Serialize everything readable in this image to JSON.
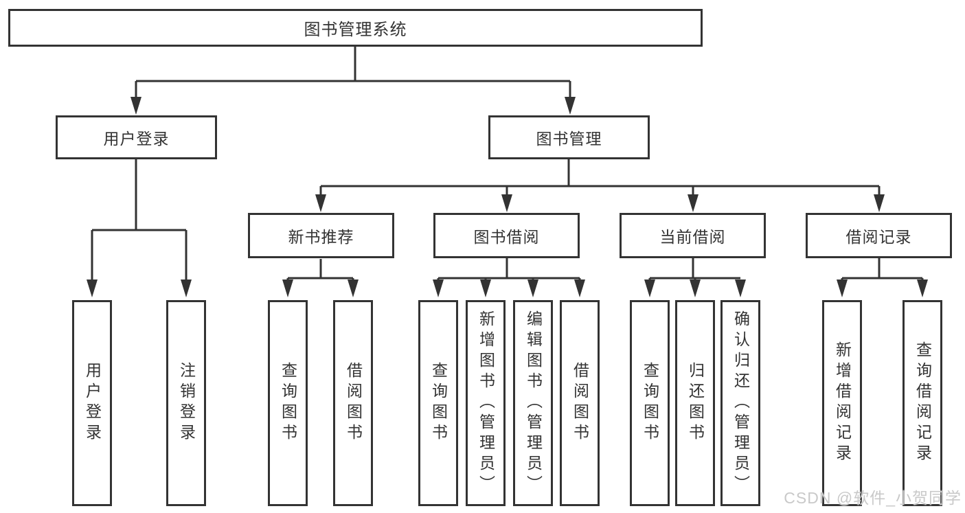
{
  "root": {
    "label": "图书管理系统"
  },
  "user_login": {
    "label": "用户登录",
    "children": [
      {
        "label": "用户登录"
      },
      {
        "label": "注销登录"
      }
    ]
  },
  "book_mgmt": {
    "label": "图书管理",
    "sections": [
      {
        "label": "新书推荐",
        "children": [
          {
            "label": "查询图书"
          },
          {
            "label": "借阅图书"
          }
        ]
      },
      {
        "label": "图书借阅",
        "children": [
          {
            "label": "查询图书"
          },
          {
            "label": "新增图书（管理员）"
          },
          {
            "label": "编辑图书（管理员）"
          },
          {
            "label": "借阅图书"
          }
        ]
      },
      {
        "label": "当前借阅",
        "children": [
          {
            "label": "查询图书"
          },
          {
            "label": "归还图书"
          },
          {
            "label": "确认归还（管理员）"
          }
        ]
      },
      {
        "label": "借阅记录",
        "children": [
          {
            "label": "新增借阅记录"
          },
          {
            "label": "查询借阅记录"
          }
        ]
      }
    ]
  },
  "watermark": "CSDN @软件_小贺同学",
  "colors": {
    "line": "#333333",
    "text": "#333333",
    "watermark": "#c9c9c9",
    "background": "#ffffff"
  }
}
